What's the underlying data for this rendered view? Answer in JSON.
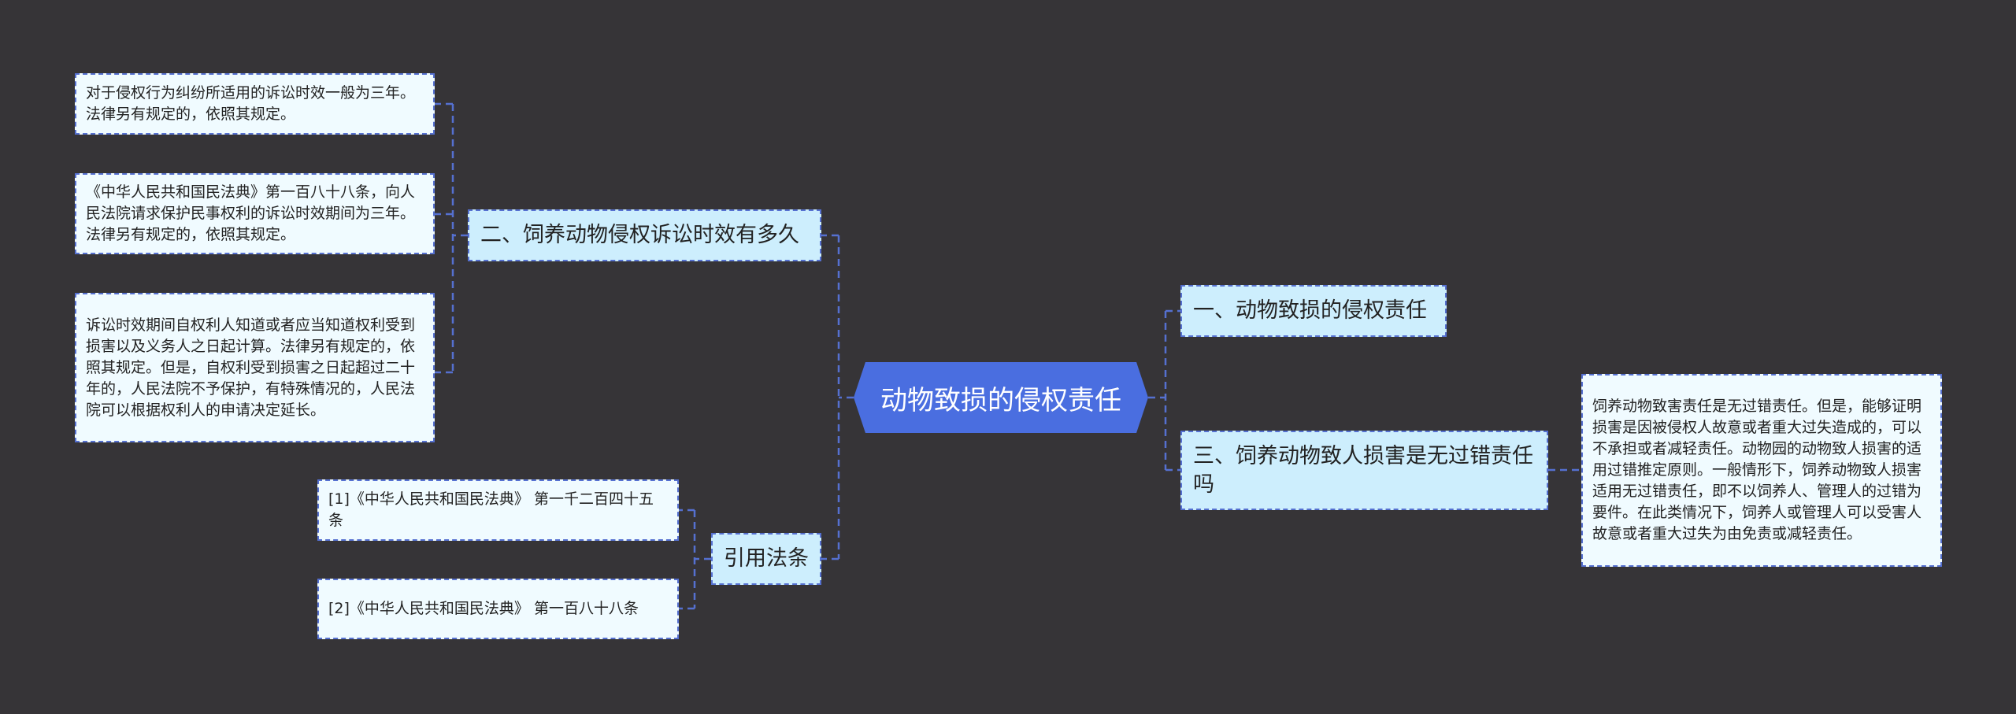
{
  "center": "动物致损的侵权责任",
  "topics": {
    "t1": "一、动物致损的侵权责任",
    "t2": "二、饲养动物侵权诉讼时效有多久",
    "t3": "三、饲养动物致人损害是无过错责任吗",
    "cite": "引用法条"
  },
  "leaves": {
    "t2_1": "对于侵权行为纠纷所适用的诉讼时效一般为三年。法律另有规定的，依照其规定。",
    "t2_2": "《中华人民共和国民法典》第一百八十八条，向人民法院请求保护民事权利的诉讼时效期间为三年。法律另有规定的，依照其规定。",
    "t2_3": "诉讼时效期间自权利人知道或者应当知道权利受到损害以及义务人之日起计算。法律另有规定的，依照其规定。但是，自权利受到损害之日起超过二十年的，人民法院不予保护，有特殊情况的，人民法院可以根据权利人的申请决定延长。",
    "t3_1": "饲养动物致害责任是无过错责任。但是，能够证明损害是因被侵权人故意或者重大过失造成的，可以不承担或者减轻责任。动物园的动物致人损害的适用过错推定原则。一般情形下，饲养动物致人损害适用无过错责任，即不以饲养人、管理人的过错为要件。在此类情况下，饲养人或管理人可以受害人故意或者重大过失为由免责或减轻责任。",
    "cite_1": "[1]《中华人民共和国民法典》 第一千二百四十五条",
    "cite_2": "[2]《中华人民共和国民法典》 第一百八十八条"
  },
  "colors": {
    "background": "#363437",
    "center": "#4a6ee0",
    "topic": "#cdeefd",
    "leaf": "#f0fbff",
    "line": "#5570d0"
  }
}
